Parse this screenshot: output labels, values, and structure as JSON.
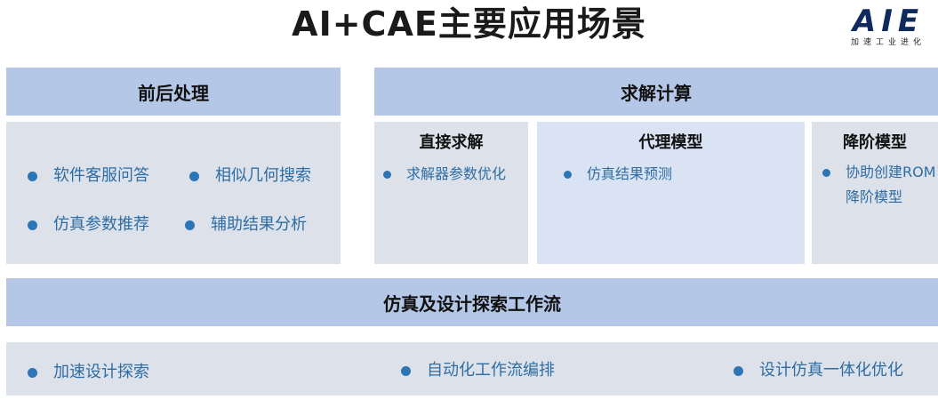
{
  "title": "AI+CAE主要应用场景",
  "logo": {
    "main": "AIE",
    "sub": "加速工业进化"
  },
  "preprocess": {
    "header": "前后处理",
    "items": [
      "软件客服问答",
      "相似几何搜索",
      "仿真参数推荐",
      "辅助结果分析"
    ]
  },
  "solve": {
    "header": "求解计算",
    "direct": {
      "title": "直接求解",
      "items": [
        "求解器参数优化"
      ]
    },
    "surrogate": {
      "title": "代理模型",
      "items": [
        "仿真结果预测"
      ]
    },
    "rom": {
      "title": "降阶模型",
      "items": [
        "协助创建ROM降阶模型"
      ]
    }
  },
  "workflow": {
    "header": "仿真及设计探索工作流",
    "items": [
      "加速设计探索",
      "自动化工作流编排",
      "设计仿真一体化优化"
    ]
  },
  "colors": {
    "header_bar": "#b4c7e7",
    "gray_panel": "#dde2ea",
    "light_panel": "#dae3f3",
    "bullet": "#2e75b6",
    "item_text": "#2e6da4"
  }
}
